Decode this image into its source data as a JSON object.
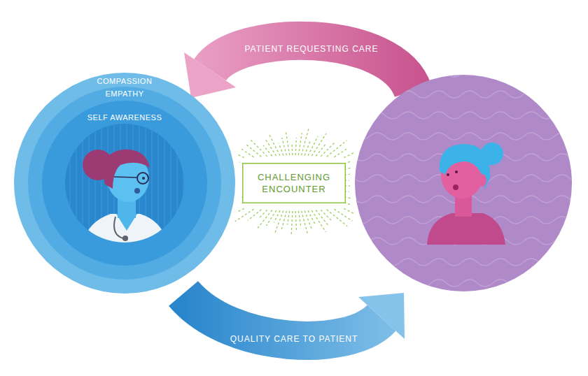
{
  "diagram": {
    "nodes": [
      {
        "text": [
          "COMPASSION"
        ]
      },
      {
        "text": [
          "EMPATHY"
        ],
        "in": 0
      },
      {
        "text": [
          "SELF AWARENESS"
        ],
        "in": 1
      },
      {
        "text": [
          "CHALLENGING ENCOUNTER"
        ]
      }
    ],
    "labels": [
      "PATIENT REQUESTING CARE",
      "QUALITY CARE TO PATIENT"
    ]
  }
}
